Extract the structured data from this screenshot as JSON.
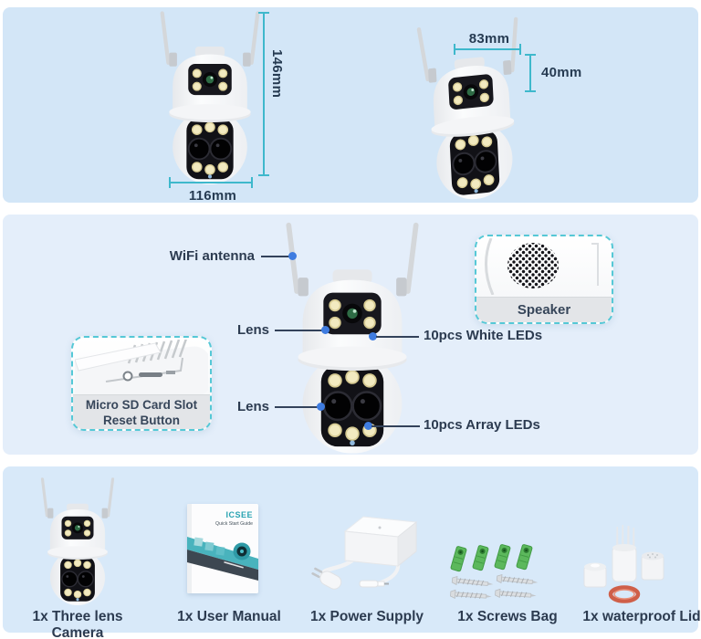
{
  "palette": {
    "panel_top_bg": "#d3e6f7",
    "panel_mid_bg": "#e4eefa",
    "panel_bottom_bg": "#d8e9f9",
    "dimension_teal": "#3eb8cc",
    "inset_border_teal": "#55c8d6",
    "callout_line": "#33425a",
    "callout_dot_blue": "#3f7ce0",
    "text_navy": "#2c3b50"
  },
  "dimensions_section": {
    "front_view": {
      "height": "146mm",
      "width": "116mm"
    },
    "top_view": {
      "width": "83mm",
      "depth": "40mm"
    }
  },
  "features_section": {
    "wifi_antenna_label": "WiFi antenna",
    "top_lens_label": "Lens",
    "bottom_lens_label": "Lens",
    "white_leds_label": "10pcs White LEDs",
    "array_leds_label": "10pcs Array LEDs",
    "sd_inset": {
      "line1": "Micro SD Card Slot",
      "line2": "Reset Button"
    },
    "speaker_inset": {
      "label": "Speaker"
    }
  },
  "package_section": {
    "manual_brand": "ICSEE",
    "manual_subtitle": "Quick Start Guide",
    "items": [
      {
        "label": "1x Three lens Camera"
      },
      {
        "label": "1x User Manual"
      },
      {
        "label": "1x Power Supply"
      },
      {
        "label": "1x Screws Bag"
      },
      {
        "label": "1x waterproof Lid"
      }
    ]
  }
}
